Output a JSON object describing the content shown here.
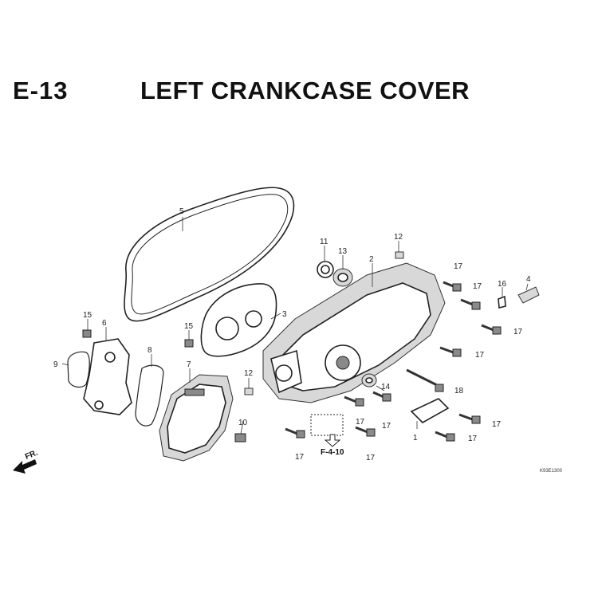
{
  "header": {
    "code": "E-13",
    "title": "LEFT CRANKCASE COVER"
  },
  "callouts": {
    "c1": "1",
    "c2": "2",
    "c4": "4",
    "c5": "5",
    "c6": "6",
    "c7": "7",
    "c8": "8",
    "c9": "9",
    "c10": "10",
    "c11": "11",
    "c12a": "12",
    "c12b": "12",
    "c13": "13",
    "c14": "14",
    "c15a": "15",
    "c15b": "15",
    "c3": "3",
    "c16": "16",
    "c17a": "17",
    "c17b": "17",
    "c17c": "17",
    "c17d": "17",
    "c17e": "17",
    "c17f": "17",
    "c17g": "17",
    "c17h": "17",
    "c17i": "17",
    "c17j": "17",
    "c18": "18"
  },
  "reference": {
    "label": "F-4-10"
  },
  "front_marker": {
    "label": "FR."
  },
  "footer": {
    "code": "K93E1300"
  }
}
